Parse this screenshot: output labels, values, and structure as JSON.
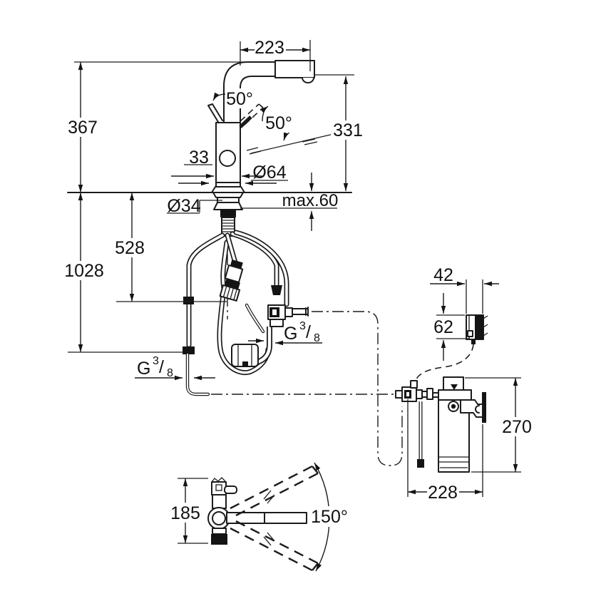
{
  "drawing": {
    "kind": "faucet-installation-dimension-drawing",
    "line_color": "#1c1c1c",
    "background": "#ffffff",
    "dimensions": {
      "spout_reach": "223",
      "total_height": "367",
      "spout_outlet_height": "331",
      "lever_angle": "50°",
      "body_width": "33",
      "base_diameter": "Ø64",
      "hole_diameter": "Ø34",
      "max_deck_thickness": "max.60",
      "hose_level_1": "528",
      "hose_level_2": "1028",
      "control_box_width": "42",
      "control_box_height": "62",
      "filter_height": "270",
      "filter_depth": "228",
      "top_view_depth": "185",
      "swivel_angle": "150°"
    },
    "thread_label": {
      "letter": "G",
      "numerator": "3",
      "slash": "/",
      "denominator": "8"
    }
  }
}
